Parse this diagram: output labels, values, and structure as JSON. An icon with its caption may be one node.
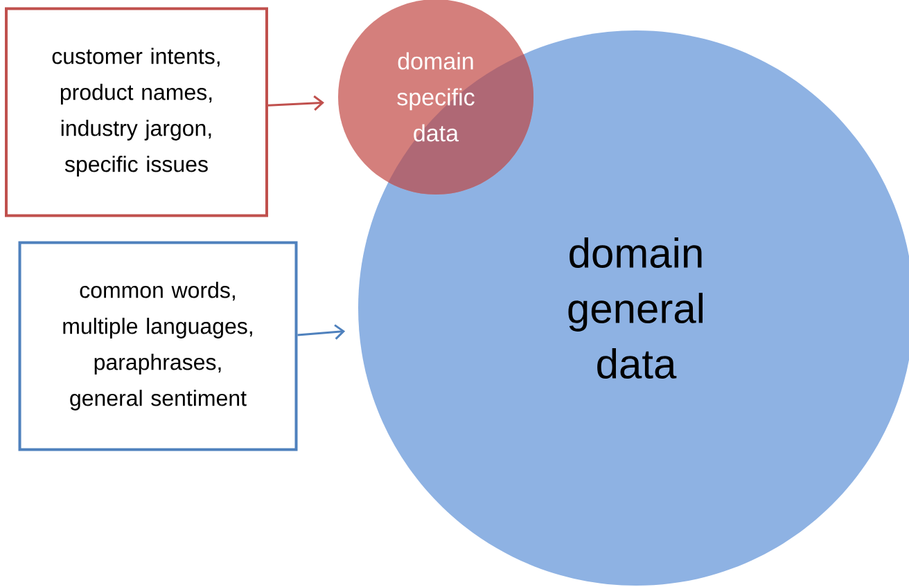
{
  "diagram": {
    "nodes": [
      {
        "text": [
          "customer intents, product names, industry jargon, specific issues"
        ]
      },
      {
        "text": [
          "domain specific data"
        ]
      },
      {
        "text": [
          "common words, multiple languages, paraphrases, general sentiment"
        ]
      },
      {
        "text": [
          "domain general data"
        ]
      }
    ],
    "edges": [
      {
        "from": 0,
        "to": 1,
        "arrow": "to",
        "color": "#c0504d"
      },
      {
        "from": 2,
        "to": 3,
        "arrow": "to",
        "color": "#4f81bd"
      }
    ]
  }
}
